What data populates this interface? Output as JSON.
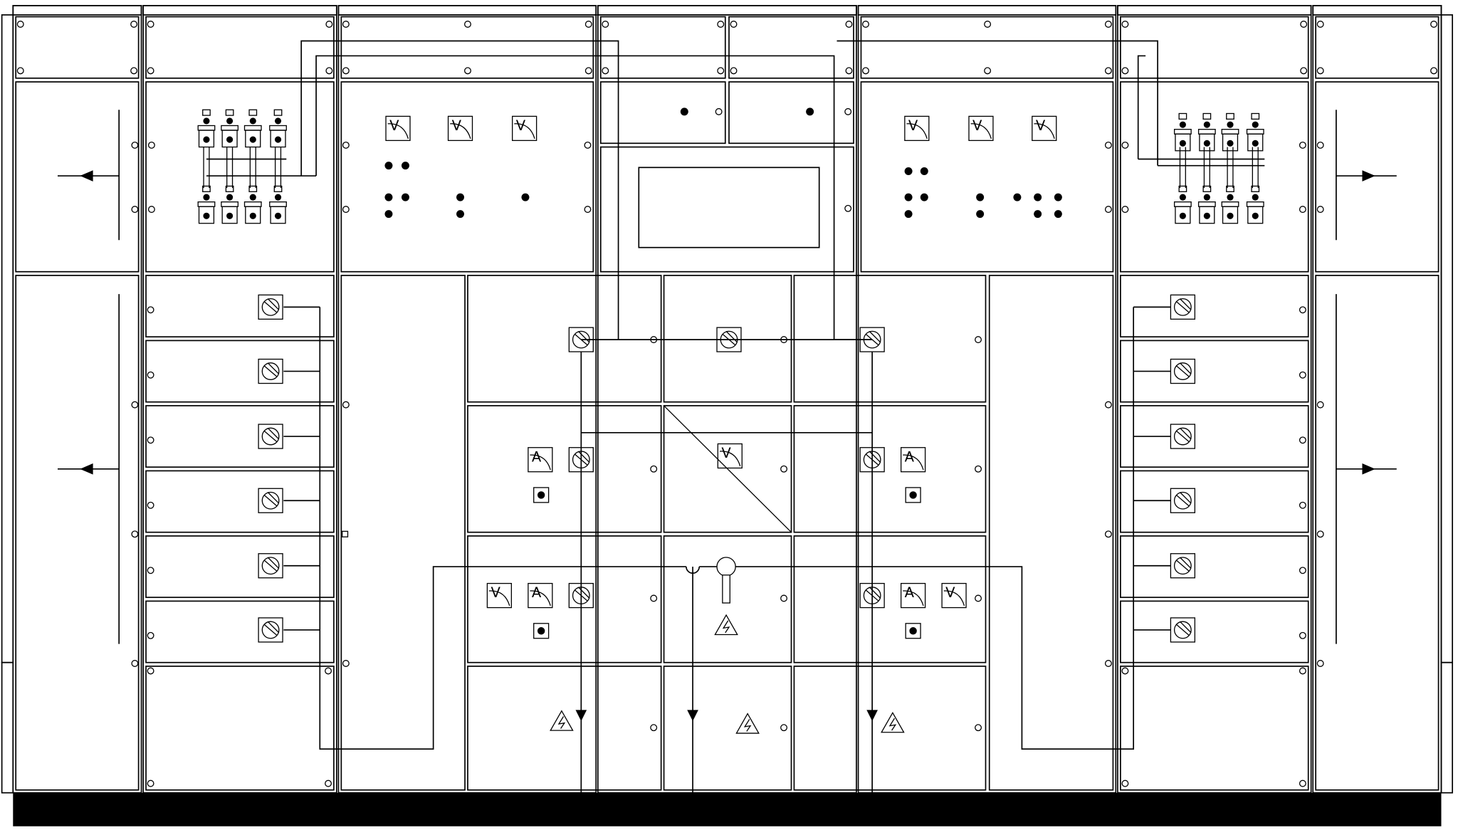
{
  "diagram": {
    "sheet": "switchboard-front-elevation",
    "meter_letters": {
      "voltmeter": "V",
      "ammeter": "A"
    },
    "colors": {
      "line": "#000000",
      "background": "#ffffff",
      "plinth": "#000000"
    },
    "icons": [
      "voltmeter-icon",
      "ammeter-icon",
      "rotary-switch-icon",
      "high-voltage-warning-icon",
      "busbar-arrow-icon",
      "terminal-fuse-icon",
      "pilot-lamp-icon",
      "push-button-icon"
    ]
  }
}
